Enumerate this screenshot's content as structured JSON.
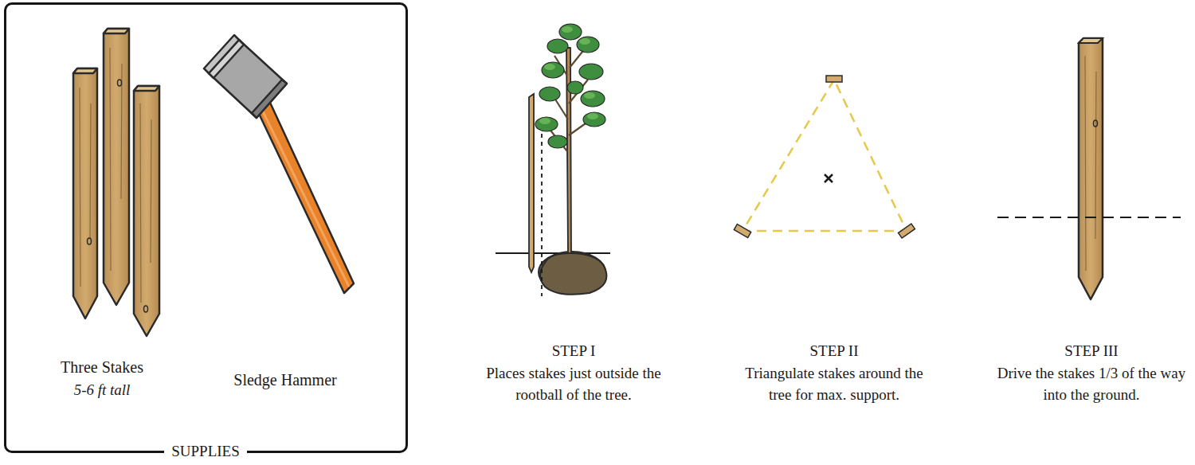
{
  "diagram": {
    "nodes": [
      {
        "text": [
          "Three Stakes",
          "5-6 ft tall",
          "Sledge Hammer",
          "SUPPLIES"
        ]
      }
    ],
    "labels": [
      "STEP I",
      "Places stakes just outside the rootball of the tree.",
      "STEP II",
      "Triangulate stakes around the tree for max. support.",
      "STEP III",
      "Drive the stakes 1/3 of the way into the ground."
    ]
  }
}
